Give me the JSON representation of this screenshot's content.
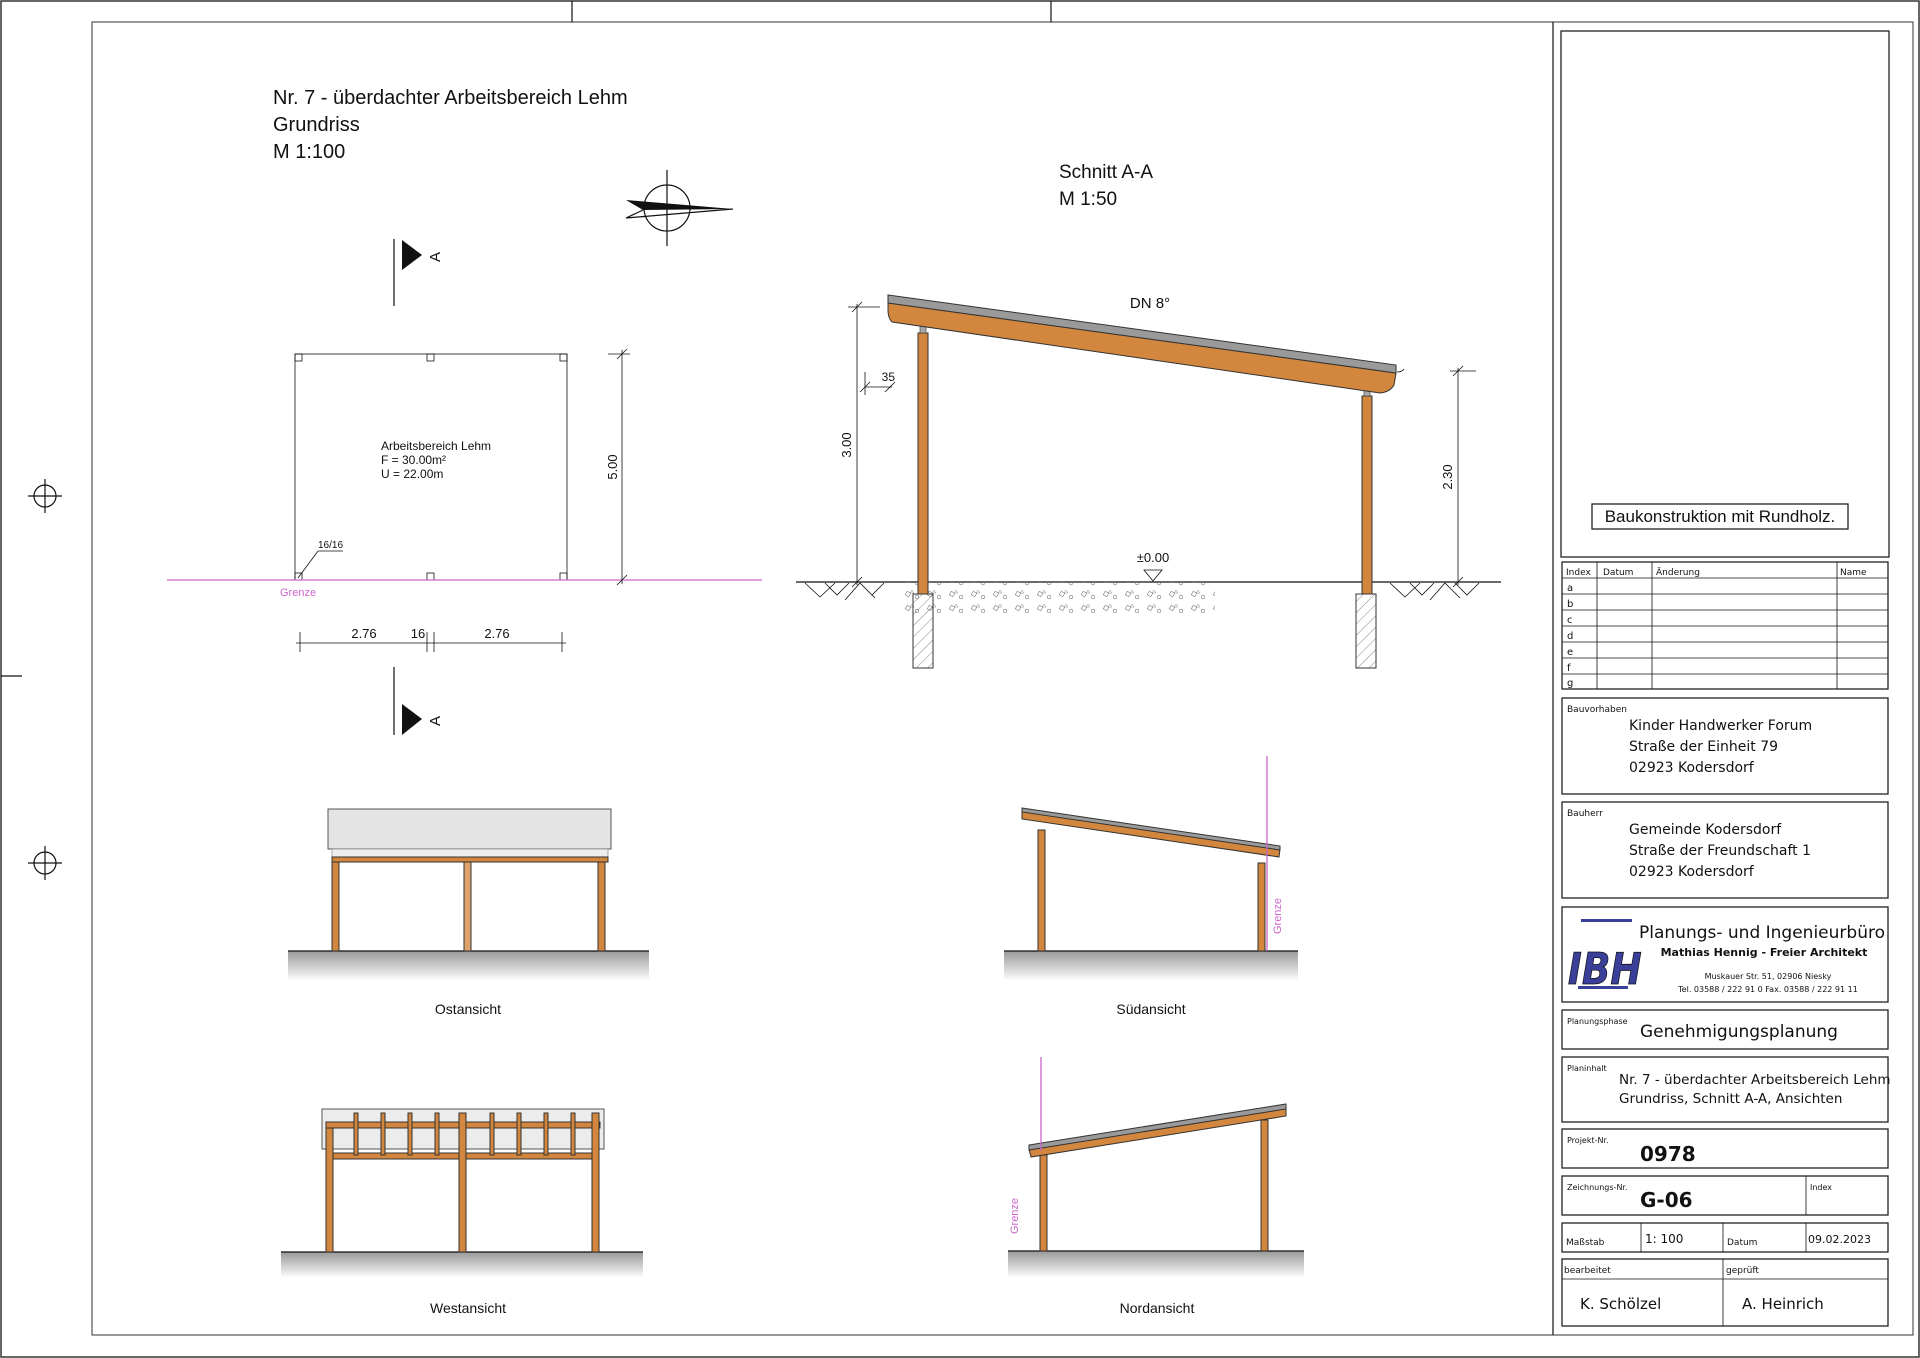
{
  "plan": {
    "title": "Nr. 7 - überdachter Arbeitsbereich Lehm",
    "subtitle": "Grundriss",
    "scale": "M 1:100",
    "section_marker": "A",
    "room_name": "Arbeitsbereich Lehm",
    "room_area": "F = 30.00m²",
    "room_perimeter": "U = 22.00m",
    "post_label": "16/16",
    "boundary_label": "Grenze",
    "dim_depth": "5.00",
    "dim_left": "2.76",
    "dim_mid": "16",
    "dim_right": "2.76"
  },
  "section": {
    "title": "Schnitt A-A",
    "scale": "M 1:50",
    "roof_pitch": "DN 8°",
    "dim_high": "3.00",
    "dim_low": "2.30",
    "dim_overhang": "35",
    "level": "±0.00"
  },
  "elevations": {
    "east": "Ostansicht",
    "south": "Südansicht",
    "west": "Westansicht",
    "north": "Nordansicht",
    "boundary_label": "Grenze"
  },
  "colors": {
    "wood": "#d2863e",
    "roof": "#9a9a9a",
    "boundary": "#cc66cc",
    "logo": "#3a3f9a"
  },
  "title_block": {
    "note": "Baukonstruktion mit Rundholz.",
    "revision_headers": [
      "Index",
      "Datum",
      "Änderung",
      "Name"
    ],
    "revision_indices": [
      "a",
      "b",
      "c",
      "d",
      "e",
      "f",
      "g"
    ],
    "project_label": "Bauvorhaben",
    "project_lines": [
      "Kinder Handwerker Forum",
      "Straße der Einheit 79",
      "02923 Kodersdorf"
    ],
    "client_label": "Bauherr",
    "client_lines": [
      "Gemeinde Kodersdorf",
      "Straße der Freundschaft 1",
      "02923 Kodersdorf"
    ],
    "office_logo": "IBH",
    "office_name": "Planungs- und Ingenieurbüro",
    "office_owner": "Mathias Hennig  -  Freier Architekt",
    "office_address": "Muskauer Str. 51, 02906 Niesky",
    "office_phone": "Tel. 03588 / 222 91 0    Fax. 03588 / 222 91 11",
    "phase_label": "Planungsphase",
    "phase": "Genehmigungsplanung",
    "content_label": "Planinhalt",
    "content_lines": [
      "Nr. 7 - überdachter Arbeitsbereich Lehm",
      "Grundriss, Schnitt A-A, Ansichten"
    ],
    "project_no_label": "Projekt-Nr.",
    "project_no": "0978",
    "drawing_no_label": "Zeichnungs-Nr.",
    "drawing_no": "G-06",
    "index_label": "Index",
    "scale_label": "Maßstab",
    "scale": "1: 100",
    "date_label": "Datum",
    "date": "09.02.2023",
    "drawn_label": "bearbeitet",
    "drawn_by": "K. Schölzel",
    "checked_label": "geprüft",
    "checked_by": "A. Heinrich"
  }
}
